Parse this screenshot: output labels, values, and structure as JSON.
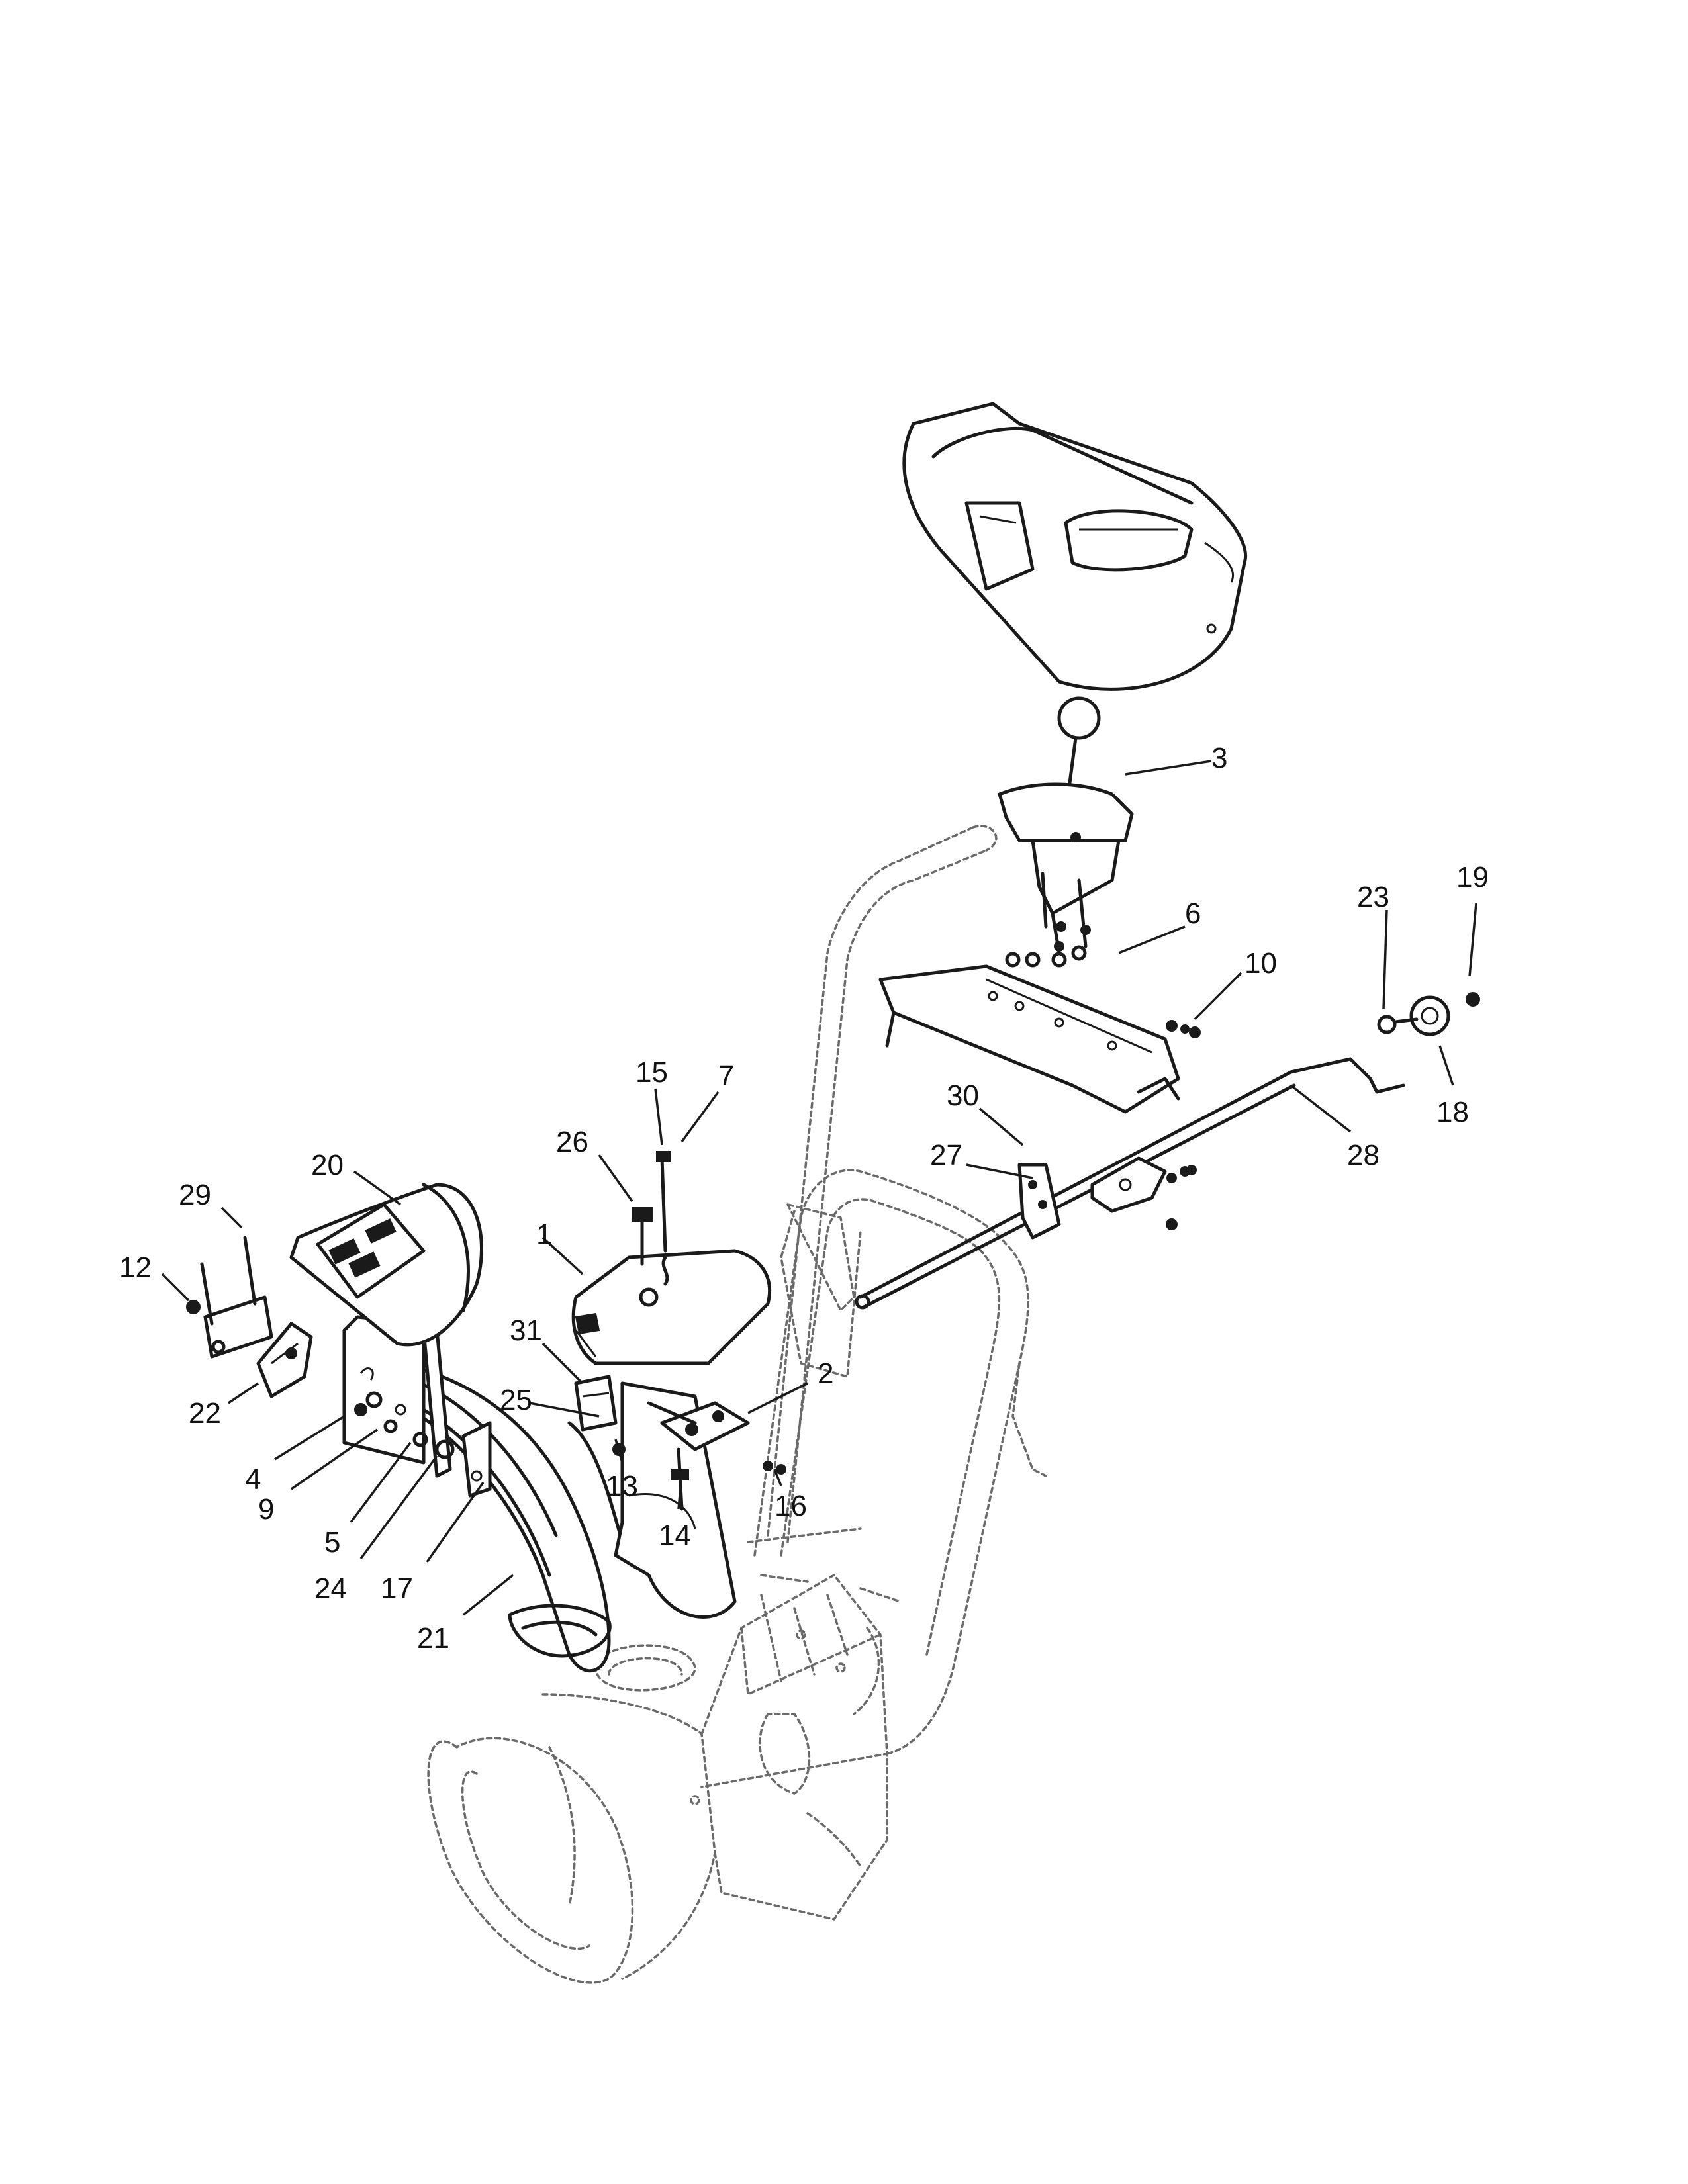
{
  "callouts": [
    {
      "id": "c1",
      "label": "1"
    },
    {
      "id": "c2",
      "label": "2"
    },
    {
      "id": "c3",
      "label": "3"
    },
    {
      "id": "c4",
      "label": "4"
    },
    {
      "id": "c5",
      "label": "5"
    },
    {
      "id": "c6",
      "label": "6"
    },
    {
      "id": "c7",
      "label": "7"
    },
    {
      "id": "c9",
      "label": "9"
    },
    {
      "id": "c10",
      "label": "10"
    },
    {
      "id": "c12",
      "label": "12"
    },
    {
      "id": "c13",
      "label": "13"
    },
    {
      "id": "c14",
      "label": "14"
    },
    {
      "id": "c15",
      "label": "15"
    },
    {
      "id": "c16",
      "label": "16"
    },
    {
      "id": "c17",
      "label": "17"
    },
    {
      "id": "c18",
      "label": "18"
    },
    {
      "id": "c19",
      "label": "19"
    },
    {
      "id": "c20",
      "label": "20"
    },
    {
      "id": "c21",
      "label": "21"
    },
    {
      "id": "c22",
      "label": "22"
    },
    {
      "id": "c23",
      "label": "23"
    },
    {
      "id": "c24",
      "label": "24"
    },
    {
      "id": "c25",
      "label": "25"
    },
    {
      "id": "c26",
      "label": "26"
    },
    {
      "id": "c27",
      "label": "27"
    },
    {
      "id": "c28",
      "label": "28"
    },
    {
      "id": "c29",
      "label": "29"
    },
    {
      "id": "c30",
      "label": "30"
    },
    {
      "id": "c31",
      "label": "31"
    }
  ]
}
